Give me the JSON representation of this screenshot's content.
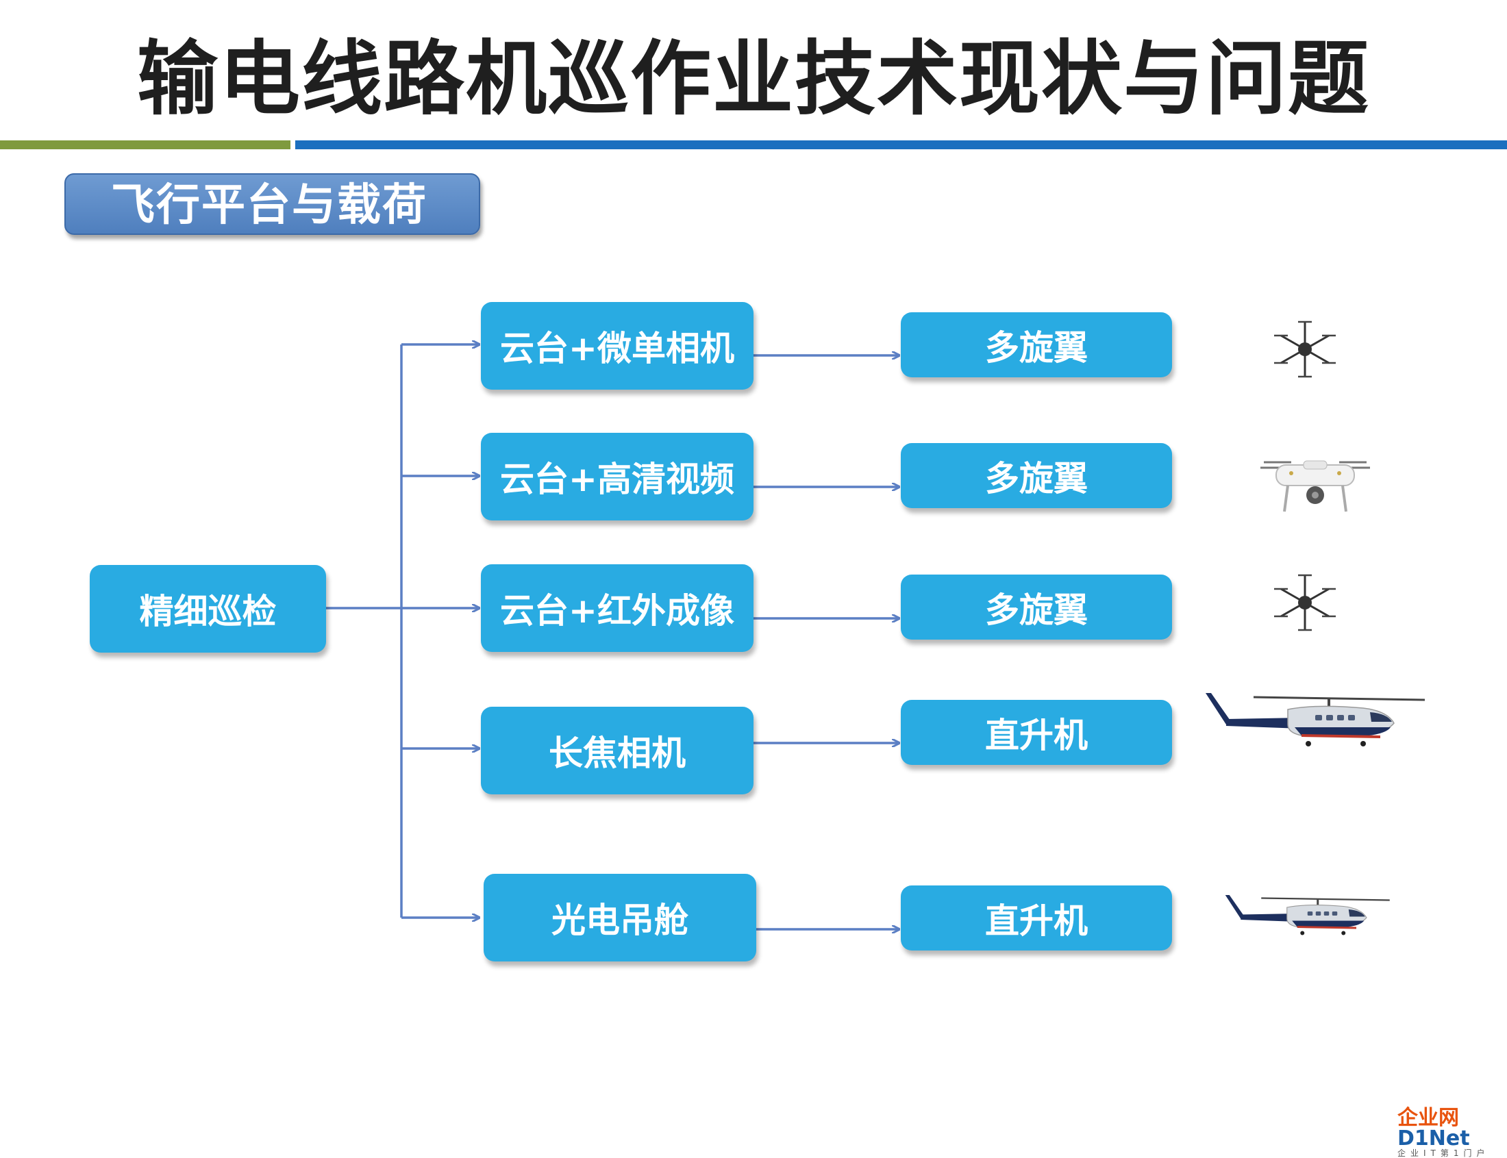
{
  "title": "输电线路机巡作业技术现状与问题",
  "section_label": "飞行平台与载荷",
  "root": "精细巡检",
  "payloads": [
    "云台+微单相机",
    "云台+高清视频",
    "云台+红外成像",
    "长焦相机",
    "光电吊舱"
  ],
  "platforms": [
    "多旋翼",
    "多旋翼",
    "多旋翼",
    "直升机",
    "直升机"
  ],
  "images": [
    "hexacopter-icon",
    "quadcopter-icon",
    "hexacopter-icon",
    "helicopter-icon",
    "helicopter-icon"
  ],
  "colors": {
    "node": "#29abe2",
    "connector": "#5b7fc4",
    "section": "#5b87c4",
    "green_bar": "#7f9a3e",
    "blue_bar": "#1b6fbf"
  },
  "logo": {
    "brand": "企业网",
    "brand2": "D1Net",
    "tagline": "企业IT第1门户"
  }
}
